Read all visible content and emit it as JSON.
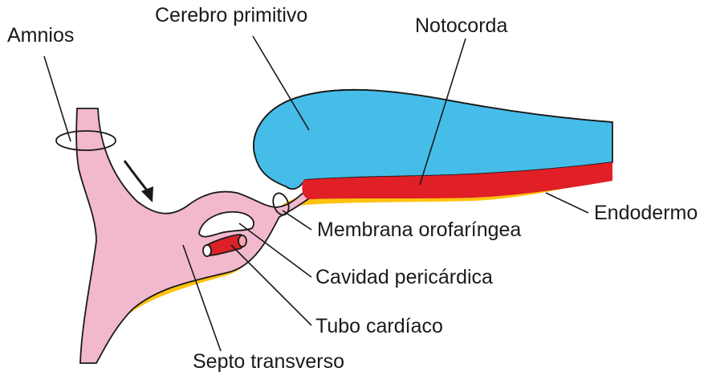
{
  "labels": {
    "amnios": "Amnios",
    "cerebro": "Cerebro primitivo",
    "notocorda": "Notocorda",
    "endodermo": "Endodermo",
    "membrana": "Membrana orofaríngea",
    "cavidad": "Cavidad pericárdica",
    "tubo": "Tubo cardíaco",
    "septo": "Septo transverso"
  },
  "colors": {
    "brain": "#45bde8",
    "notochord": "#e01f26",
    "endoderm": "#ffc20e",
    "mesoderm": "#f2b8cd",
    "heart_tube": "#dd2128",
    "line": "#1a1a1a"
  }
}
